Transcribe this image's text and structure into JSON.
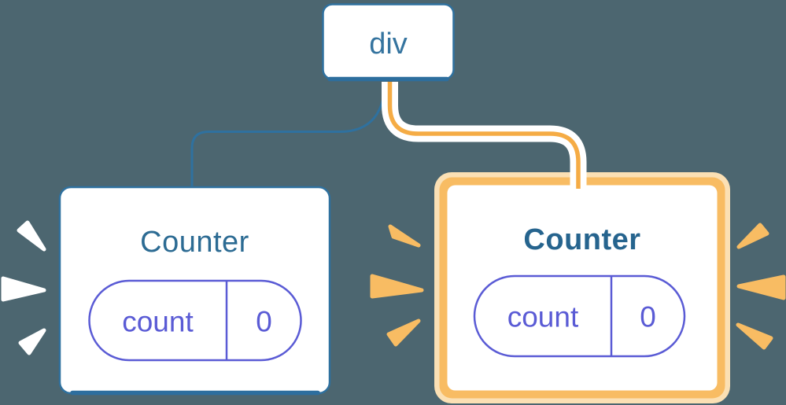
{
  "diagram_title": "React component tree with state preservation",
  "tree": {
    "root": {
      "label": "div"
    },
    "children": [
      {
        "title": "Counter",
        "state": {
          "key": "count",
          "value": "0"
        },
        "highlighted": false
      },
      {
        "title": "Counter",
        "state": {
          "key": "count",
          "value": "0"
        },
        "highlighted": true
      }
    ]
  },
  "colors": {
    "background": "#4C6670",
    "node_blue_border": "#2F719F",
    "node_blue_text": "#35749F",
    "title_text": "#2C6B93",
    "state_purple": "#5A5BD5",
    "edge_orange": "#F5AC45",
    "highlight_orange": "#F8BC63",
    "highlight_peach": "#FBE0B4",
    "burst_white": "#FFFFFF"
  }
}
